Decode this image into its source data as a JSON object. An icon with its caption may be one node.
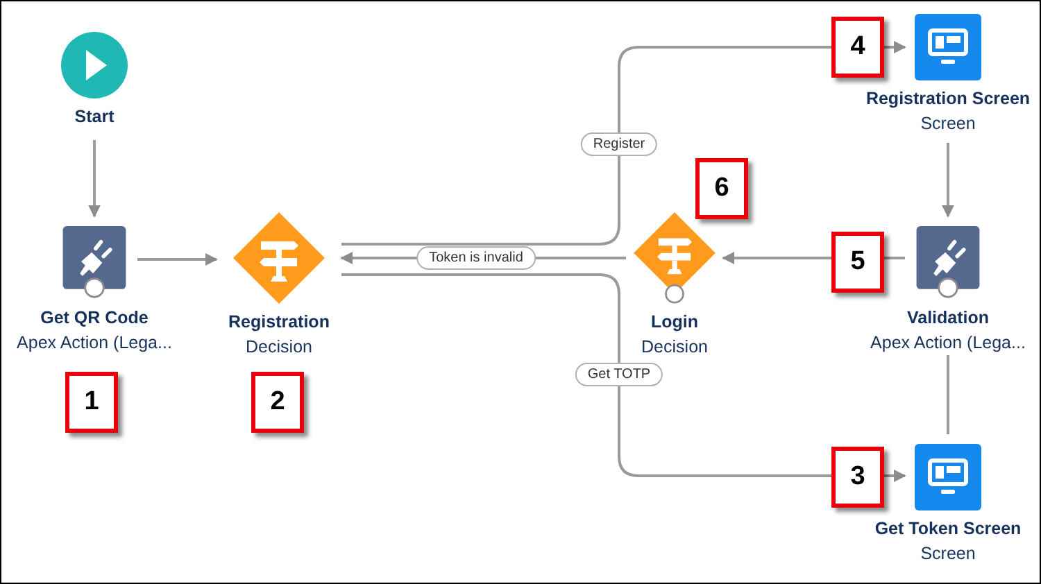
{
  "diagram": {
    "nodes": [
      {
        "text": [
          "Start"
        ]
      },
      {
        "text": [
          "Get QR Code",
          "Apex Action (Lega..."
        ]
      },
      {
        "text": [
          "Registration",
          "Decision"
        ]
      },
      {
        "text": [
          "Login",
          "Decision"
        ]
      },
      {
        "text": [
          "Registration Screen",
          "Screen"
        ]
      },
      {
        "text": [
          "Validation",
          "Apex Action (Lega..."
        ]
      },
      {
        "text": [
          "Get Token Screen",
          "Screen"
        ]
      }
    ],
    "edges": [
      {
        "from": 0,
        "to": 1,
        "arrow": "to"
      },
      {
        "from": 1,
        "to": 2,
        "arrow": "to"
      },
      {
        "from": 3,
        "to": 2,
        "arrow": "to",
        "label": "Token is invalid"
      },
      {
        "from": 2,
        "to": 4,
        "arrow": "to",
        "label": "Register"
      },
      {
        "from": 2,
        "to": 6,
        "arrow": "to",
        "label": "Get TOTP"
      },
      {
        "from": 4,
        "to": 5,
        "arrow": "to"
      },
      {
        "from": 5,
        "to": 3,
        "arrow": "to"
      },
      {
        "from": 6,
        "to": 5,
        "arrow": "none"
      }
    ],
    "labels": [
      "4",
      "6",
      "5",
      "1",
      "2",
      "3"
    ]
  }
}
